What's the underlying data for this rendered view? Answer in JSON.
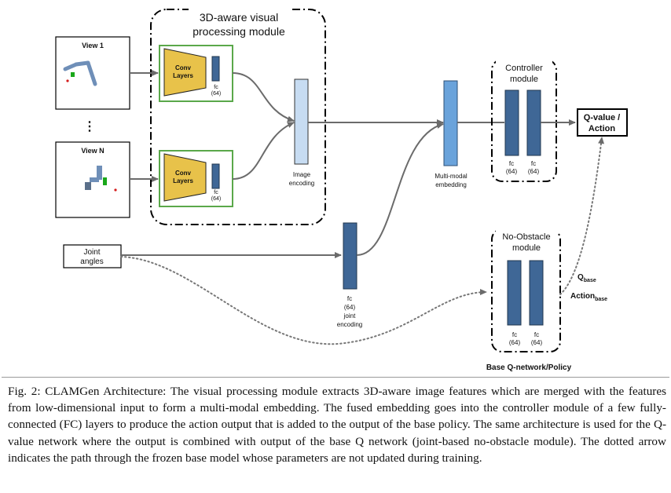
{
  "views": {
    "view1": "View 1",
    "ellipsis": "⋮",
    "viewN": "View N"
  },
  "visual_module": {
    "title_line1": "3D-aware visual",
    "title_line2": "processing module",
    "conv_line1": "Conv",
    "conv_line2": "Layers",
    "fc_label": "fc",
    "fc_size": "(64)",
    "image_encoding_line1": "Image",
    "image_encoding_line2": "encoding"
  },
  "joint": {
    "input_line1": "Joint",
    "input_line2": "angles",
    "fc_label": "fc",
    "fc_size": "(64)",
    "enc_line1": "joint",
    "enc_line2": "encoding"
  },
  "embedding": {
    "line1": "Multi-modal",
    "line2": "embedding"
  },
  "controller": {
    "title_line1": "Controller",
    "title_line2": "module",
    "fc_label": "fc",
    "fc_size": "(64)"
  },
  "output": {
    "line1": "Q-value /",
    "line2": "Action"
  },
  "base": {
    "title_line1": "No-Obstacle",
    "title_line2": "module",
    "fc_label": "fc",
    "fc_size": "(64)",
    "q_main": "Q",
    "q_sub": "base",
    "action_main": "Action",
    "action_sub": "base",
    "network_label": "Base Q-network/Policy"
  },
  "caption": "Fig. 2: CLAMGen Architecture: The visual processing module extracts 3D-aware image features which are merged with the features from low-dimensional input to form a multi-modal embedding. The fused embedding goes into the controller module of a few fully-connected (FC) layers to produce the action output that is added to the output of the base policy. The same architecture is used for the Q-value network where the output is combined with output of the base Q network (joint-based no-obstacle module). The dotted arrow indicates the path through the frozen base model whose parameters are not updated during training.",
  "colors": {
    "conv_fill": "#e8c24a",
    "conv_border": "#5aa84a",
    "fc_dark": "#3f6796",
    "image_encoding": "#c7dcf2",
    "embedding": "#6aa3db",
    "arrow": "#6b6b6b"
  }
}
